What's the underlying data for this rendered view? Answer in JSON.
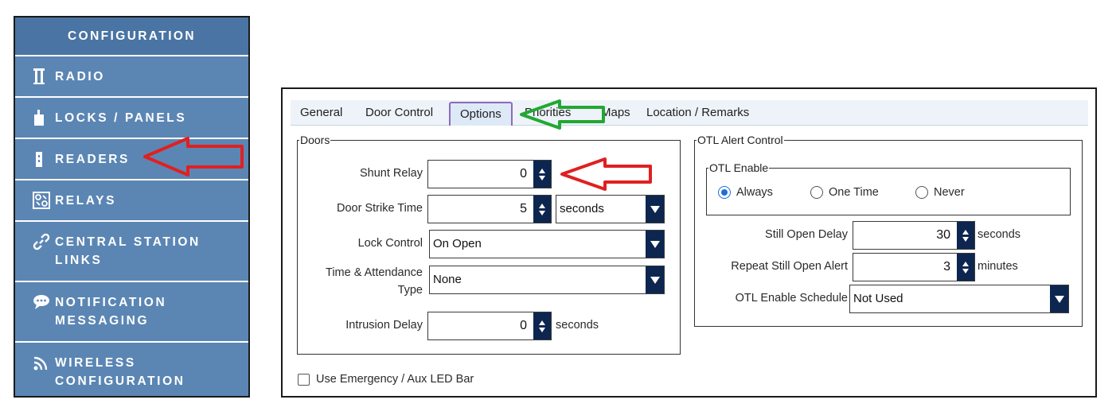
{
  "sidebar": {
    "header": "CONFIGURATION",
    "items": [
      {
        "label": "RADIO",
        "icon": "radio-tower-icon"
      },
      {
        "label": "LOCKS / PANELS",
        "icon": "lock-panel-icon"
      },
      {
        "label": "READERS",
        "icon": "reader-icon"
      },
      {
        "label": "RELAYS",
        "icon": "relays-icon"
      },
      {
        "label_line1": "CENTRAL STATION",
        "label_line2": "LINKS",
        "icon": "link-icon"
      },
      {
        "label_line1": "NOTIFICATION",
        "label_line2": "MESSAGING",
        "icon": "chat-bubble-icon"
      },
      {
        "label_line1": "WIRELESS",
        "label_line2": "CONFIGURATION",
        "icon": "wireless-icon"
      }
    ]
  },
  "tabs": [
    "General",
    "Door Control",
    "Options",
    "Priorities",
    "Maps",
    "Location / Remarks"
  ],
  "active_tab": "Options",
  "doors": {
    "legend": "Doors",
    "shunt_relay": {
      "label": "Shunt Relay",
      "value": "0"
    },
    "door_strike_time": {
      "label": "Door Strike Time",
      "value": "5",
      "unit": "seconds"
    },
    "lock_control": {
      "label": "Lock Control",
      "value": "On Open"
    },
    "time_attendance": {
      "label_line1": "Time & Attendance",
      "label_line2": "Type",
      "value": "None"
    },
    "intrusion_delay": {
      "label": "Intrusion Delay",
      "value": "0",
      "unit": "seconds"
    }
  },
  "otl": {
    "legend": "OTL Alert Control",
    "enable_legend": "OTL Enable",
    "options": [
      "Always",
      "One Time",
      "Never"
    ],
    "selected": "Always",
    "still_open_delay": {
      "label": "Still Open Delay",
      "value": "30",
      "unit": "seconds"
    },
    "repeat_alert": {
      "label": "Repeat Still Open Alert",
      "value": "3",
      "unit": "minutes"
    },
    "schedule": {
      "label": "OTL Enable Schedule",
      "value": "Not Used"
    }
  },
  "emergency_checkbox": {
    "label": "Use Emergency / Aux LED Bar",
    "checked": false
  },
  "colors": {
    "sidebar_bg": "#5b86b4",
    "sidebar_header_bg": "#4a74a3",
    "control_button_bg": "#0d2650",
    "radio_selected": "#1a6fd8",
    "red_arrow": "#e02020",
    "green_arrow": "#22a832",
    "active_tab_border": "#8c6bb8"
  }
}
